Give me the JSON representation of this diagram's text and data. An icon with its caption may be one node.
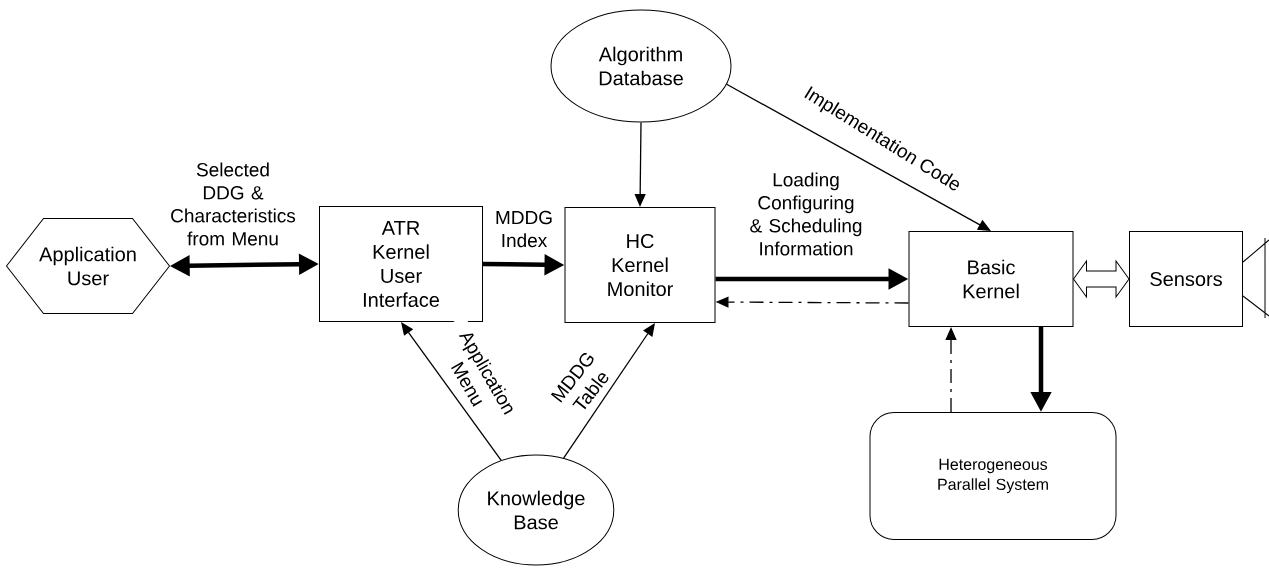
{
  "diagram": {
    "nodes": [
      {
        "text": [
          "Application User"
        ]
      },
      {
        "text": [
          "ATR Kernel User Interface"
        ]
      },
      {
        "text": [
          "HC Kernel Monitor"
        ]
      },
      {
        "text": [
          "Algorithm Database"
        ]
      },
      {
        "text": [
          "Basic Kernel"
        ]
      },
      {
        "text": [
          "Sensors"
        ]
      },
      {
        "text": [
          "Heterogeneous Parallel System"
        ]
      },
      {
        "text": [
          "Knowledge Base"
        ]
      }
    ],
    "edges": [
      {
        "from": 0,
        "to": 1,
        "arrow": "both",
        "style": "thick",
        "label": "Selected DDG & Characteristics from Menu"
      },
      {
        "from": 1,
        "to": 2,
        "arrow": "to",
        "style": "thick",
        "label": "MDDG Index"
      },
      {
        "from": 3,
        "to": 2,
        "arrow": "to"
      },
      {
        "from": 3,
        "to": 4,
        "arrow": "to",
        "label": "Implementation Code"
      },
      {
        "from": 2,
        "to": 4,
        "arrow": "to",
        "style": "thick",
        "label": "Loading Configuring & Scheduling Information"
      },
      {
        "from": 4,
        "to": 2,
        "arrow": "to",
        "style": "dashed"
      },
      {
        "from": 4,
        "to": 5,
        "arrow": "both"
      },
      {
        "from": 4,
        "to": 6,
        "arrow": "to",
        "style": "thick"
      },
      {
        "from": 6,
        "to": 4,
        "arrow": "to",
        "style": "dashed"
      },
      {
        "from": 7,
        "to": 1,
        "arrow": "to",
        "label": "Application Menu"
      },
      {
        "from": 7,
        "to": 2,
        "arrow": "to",
        "label": "MDDG Table"
      }
    ]
  }
}
